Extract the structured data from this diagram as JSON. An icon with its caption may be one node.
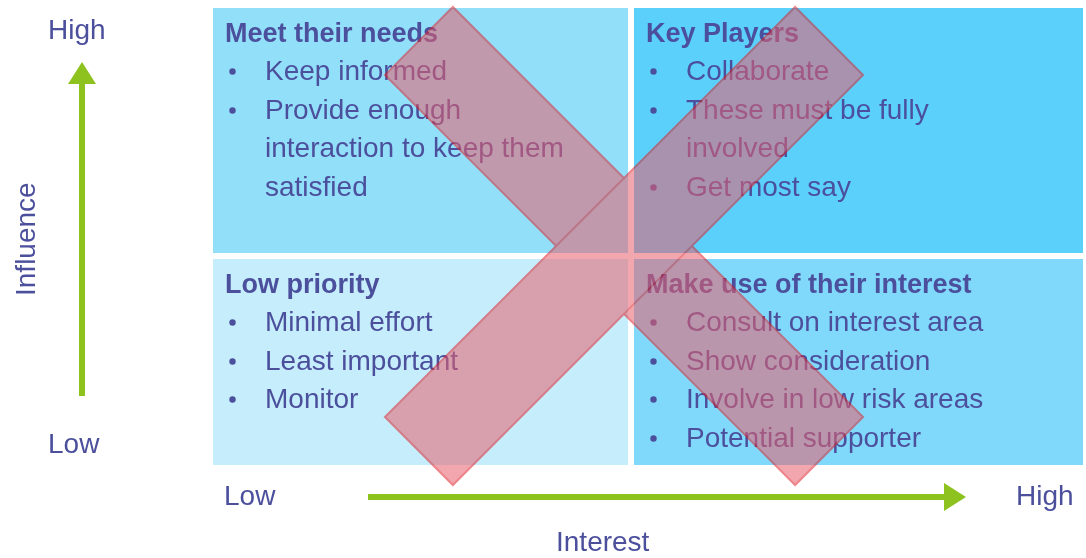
{
  "diagram": {
    "nodes": [
      {
        "text": [
          "Meet their needs",
          "Keep informed",
          "Provide enough interaction to keep them satisfied"
        ]
      },
      {
        "text": [
          "Key Players",
          "Collaborate",
          "These must be fully involved",
          "Get most say"
        ]
      },
      {
        "text": [
          "Low priority",
          "Minimal effort",
          "Least important",
          "Monitor"
        ]
      },
      {
        "text": [
          "Make use of their interest",
          "Consult on interest area",
          "Show consideration",
          "Involve in low risk areas",
          "Potential supporter"
        ]
      }
    ],
    "labels": [
      "High",
      "Influence",
      "Low",
      "Low",
      "High",
      "Interest"
    ]
  }
}
